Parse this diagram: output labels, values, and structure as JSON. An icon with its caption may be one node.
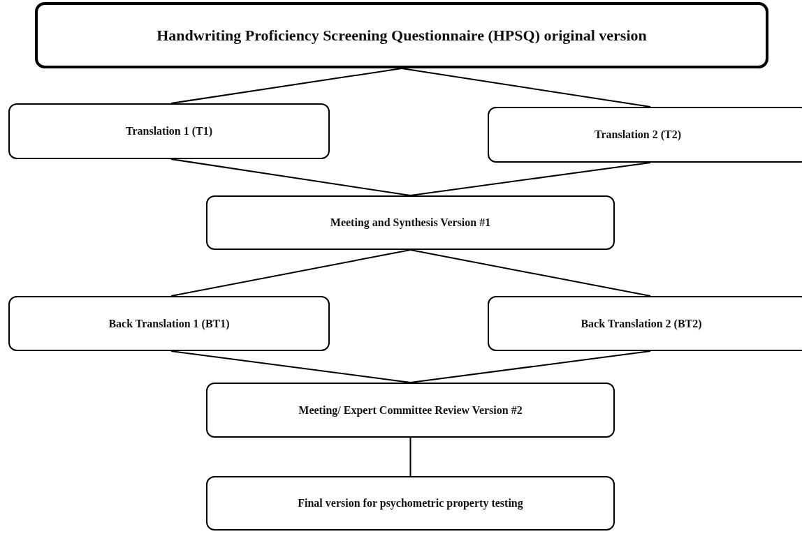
{
  "diagram": {
    "nodes": [
      {
        "text": [
          "Handwriting Proficiency Screening Questionnaire (HPSQ) original version"
        ]
      },
      {
        "text": [
          "Translation 1 (T1)"
        ]
      },
      {
        "text": [
          "Translation 2 (T2)"
        ]
      },
      {
        "text": [
          "Meeting and Synthesis Version #1"
        ]
      },
      {
        "text": [
          "Back Translation 1 (BT1)"
        ]
      },
      {
        "text": [
          "Back Translation 2 (BT2)"
        ]
      },
      {
        "text": [
          "Meeting/ Expert Committee Review Version #2"
        ]
      },
      {
        "text": [
          "Final version for psychometric property testing"
        ]
      }
    ],
    "edges": [
      {
        "from": 0,
        "to": 1,
        "arrow": "none"
      },
      {
        "from": 0,
        "to": 2,
        "arrow": "none"
      },
      {
        "from": 1,
        "to": 3,
        "arrow": "none"
      },
      {
        "from": 2,
        "to": 3,
        "arrow": "none"
      },
      {
        "from": 3,
        "to": 4,
        "arrow": "none"
      },
      {
        "from": 3,
        "to": 5,
        "arrow": "none"
      },
      {
        "from": 4,
        "to": 6,
        "arrow": "none"
      },
      {
        "from": 5,
        "to": 6,
        "arrow": "none"
      },
      {
        "from": 6,
        "to": 7,
        "arrow": "none"
      }
    ]
  }
}
